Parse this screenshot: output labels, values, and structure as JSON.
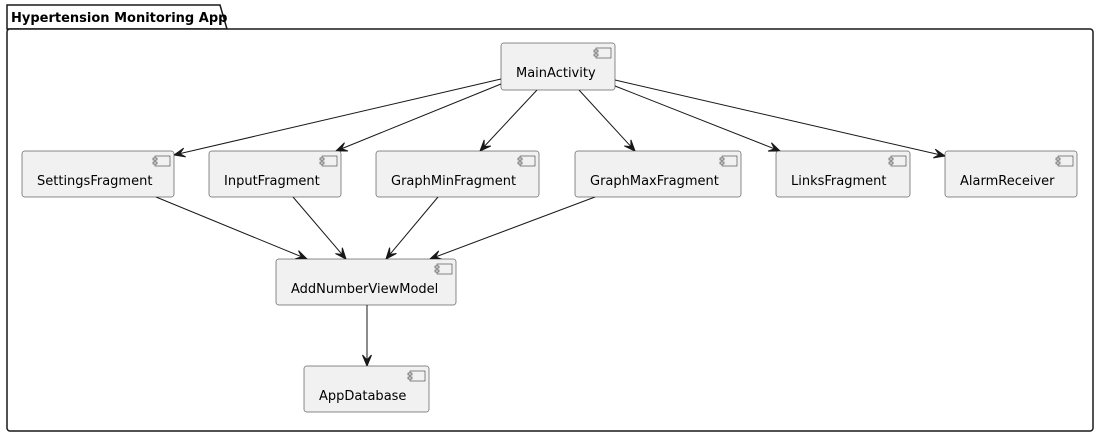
{
  "package": {
    "title": "Hypertension Monitoring App"
  },
  "components": [
    {
      "id": "main",
      "label": "MainActivity"
    },
    {
      "id": "settings",
      "label": "SettingsFragment"
    },
    {
      "id": "input",
      "label": "InputFragment"
    },
    {
      "id": "graphmin",
      "label": "GraphMinFragment"
    },
    {
      "id": "graphmax",
      "label": "GraphMaxFragment"
    },
    {
      "id": "links",
      "label": "LinksFragment"
    },
    {
      "id": "alarm",
      "label": "AlarmReceiver"
    },
    {
      "id": "viewmodel",
      "label": "AddNumberViewModel"
    },
    {
      "id": "db",
      "label": "AppDatabase"
    }
  ],
  "edges": [
    {
      "from": "main",
      "to": "settings"
    },
    {
      "from": "main",
      "to": "input"
    },
    {
      "from": "main",
      "to": "graphmin"
    },
    {
      "from": "main",
      "to": "graphmax"
    },
    {
      "from": "main",
      "to": "links"
    },
    {
      "from": "main",
      "to": "alarm"
    },
    {
      "from": "settings",
      "to": "viewmodel"
    },
    {
      "from": "input",
      "to": "viewmodel"
    },
    {
      "from": "graphmin",
      "to": "viewmodel"
    },
    {
      "from": "graphmax",
      "to": "viewmodel"
    },
    {
      "from": "viewmodel",
      "to": "db"
    }
  ],
  "colors": {
    "component_fill": "#f1f1f1",
    "stroke": "#181818",
    "arrow": "#181818"
  }
}
